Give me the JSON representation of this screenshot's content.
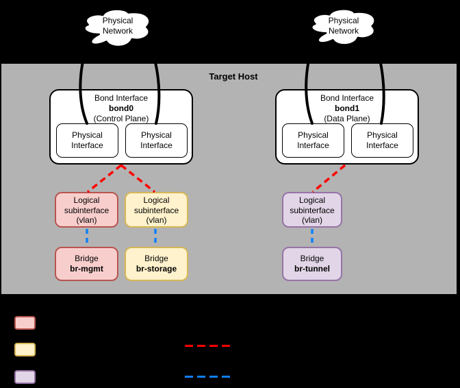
{
  "host": {
    "title": "Target Host"
  },
  "clouds": [
    {
      "label": "Physical\nNetwork"
    },
    {
      "label": "Physical\nNetwork"
    }
  ],
  "bonds": [
    {
      "title": "Bond Interface",
      "name": "bond0",
      "plane": "(Control Plane)",
      "interfaces": [
        "Physical\nInterface",
        "Physical\nInterface"
      ]
    },
    {
      "title": "Bond Interface",
      "name": "bond1",
      "plane": "(Data Plane)",
      "interfaces": [
        "Physical\nInterface",
        "Physical\nInterface"
      ]
    }
  ],
  "subinterfaces": [
    {
      "label": "Logical\nsubinterface\n(vlan)",
      "color": "red"
    },
    {
      "label": "Logical\nsubinterface\n(vlan)",
      "color": "yellow"
    },
    {
      "label": "Logical\nsubinterface\n(vlan)",
      "color": "purple"
    }
  ],
  "bridges": [
    {
      "label": "Bridge",
      "name": "br-mgmt",
      "color": "red"
    },
    {
      "label": "Bridge",
      "name": "br-storage",
      "color": "yellow"
    },
    {
      "label": "Bridge",
      "name": "br-tunnel",
      "color": "purple"
    }
  ],
  "legend": {
    "swatches": [
      {
        "color": "red"
      },
      {
        "color": "yellow"
      },
      {
        "color": "purple"
      }
    ],
    "lines": [
      {
        "style": "red-dashed"
      },
      {
        "style": "blue-dashed"
      }
    ]
  },
  "colors": {
    "background": "#000000",
    "host_fill": "#b3b3b3",
    "red_fill": "#f8cecc",
    "red_border": "#b85450",
    "yellow_fill": "#fff2cc",
    "yellow_border": "#d6b656",
    "purple_fill": "#e1d5e7",
    "purple_border": "#9673a6",
    "red_line": "#ff0000",
    "blue_line": "#0f80ff"
  }
}
